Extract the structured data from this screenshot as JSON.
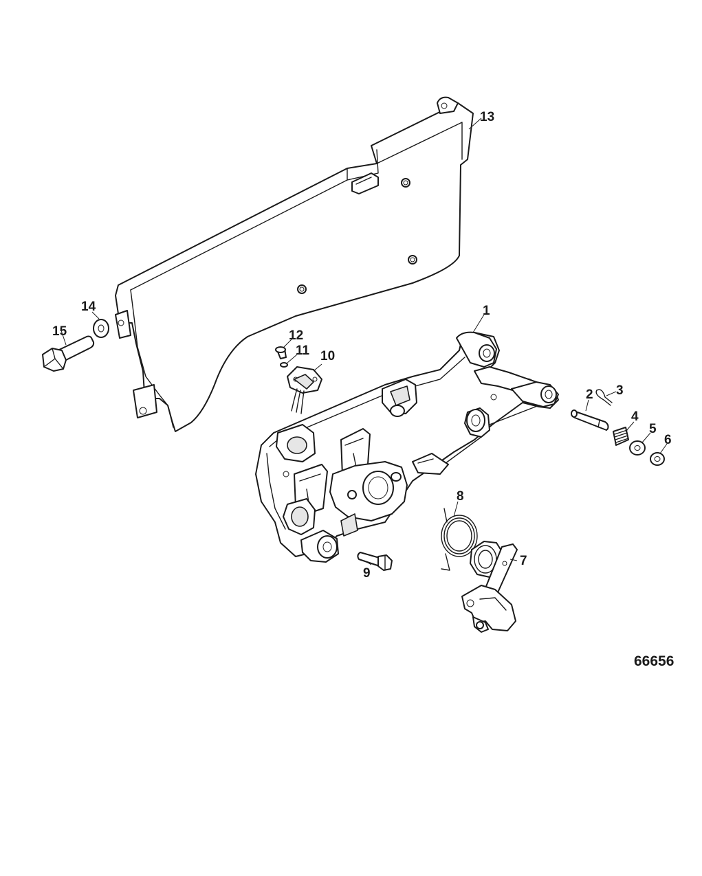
{
  "figure_number": "66656",
  "callouts": {
    "c1": "1",
    "c2": "2",
    "c3": "3",
    "c4": "4",
    "c5": "5",
    "c6": "6",
    "c7": "7",
    "c8": "8",
    "c9": "9",
    "c10": "10",
    "c11": "11",
    "c12": "12",
    "c13": "13",
    "c14": "14",
    "c15": "15"
  }
}
